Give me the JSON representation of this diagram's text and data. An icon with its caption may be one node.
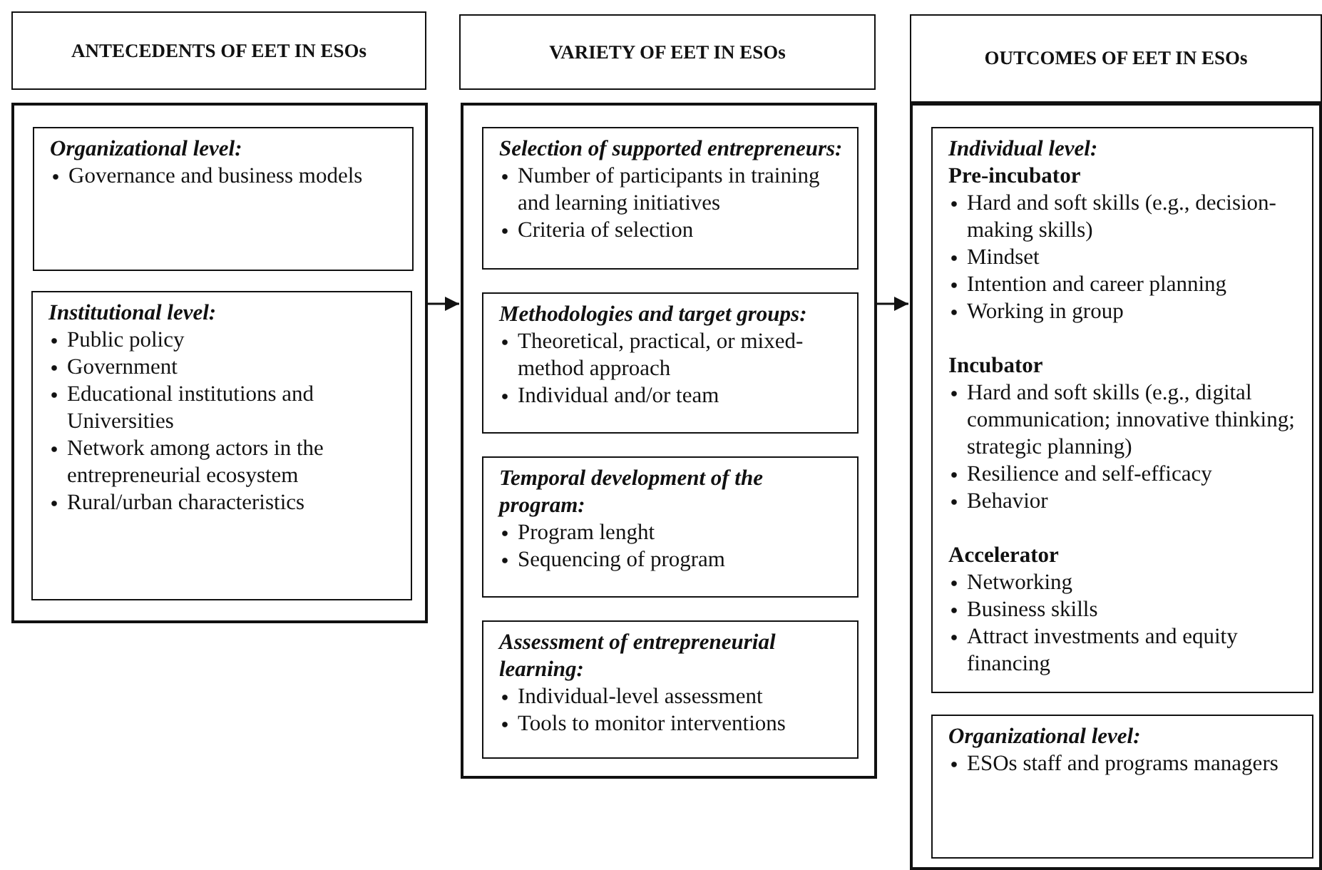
{
  "diagram": {
    "nodes": [
      {
        "text": [
          "ANTECEDENTS OF EET IN ESOs"
        ]
      },
      {
        "text": [],
        "shape": "box"
      },
      {
        "text": [
          "Organizational level:",
          "Governance and business models"
        ],
        "in": 1
      },
      {
        "text": [
          "Institutional level:",
          "Public policy",
          "Government",
          "Educational institutions and Universities",
          "Network among actors in the entrepreneurial ecosystem",
          "Rural/urban characteristics"
        ],
        "in": 1
      },
      {
        "text": [
          "VARIETY OF EET IN ESOs"
        ]
      },
      {
        "text": [],
        "shape": "box"
      },
      {
        "text": [
          "Selection of supported entrepreneurs:",
          "Number of participants in training and learning initiatives",
          "Criteria of selection"
        ],
        "in": 5
      },
      {
        "text": [
          "Methodologies and target groups:",
          "Theoretical, practical, or mixed-method approach",
          "Individual and/or team"
        ],
        "in": 5
      },
      {
        "text": [
          "Temporal development of the program:",
          "Program lenght",
          "Sequencing of program"
        ],
        "in": 5
      },
      {
        "text": [
          "Assessment of entrepreneurial learning:",
          "Individual-level assessment",
          "Tools to monitor interventions"
        ],
        "in": 5
      },
      {
        "text": [
          "OUTCOMES OF EET IN ESOs"
        ]
      },
      {
        "text": [],
        "shape": "box"
      },
      {
        "text": [
          "Individual level:",
          "Pre-incubator",
          "Hard and soft skills (e.g., decision-making skills)",
          "Mindset",
          "Intention and career planning",
          "Working in group",
          "Incubator",
          "Hard and soft skills (e.g., digital communication; innovative thinking; strategic planning)",
          "Resilience and self-efficacy",
          "Behavior",
          "Accelerator",
          "Networking",
          "Business skills",
          "Attract investments and equity financing"
        ],
        "in": 11
      },
      {
        "text": [
          "Organizational level:",
          "ESOs staff and programs managers"
        ],
        "in": 11
      }
    ],
    "edges": [
      {
        "from": 1,
        "to": 5,
        "arrow": "to"
      },
      {
        "from": 5,
        "to": 11,
        "arrow": "to"
      }
    ]
  }
}
